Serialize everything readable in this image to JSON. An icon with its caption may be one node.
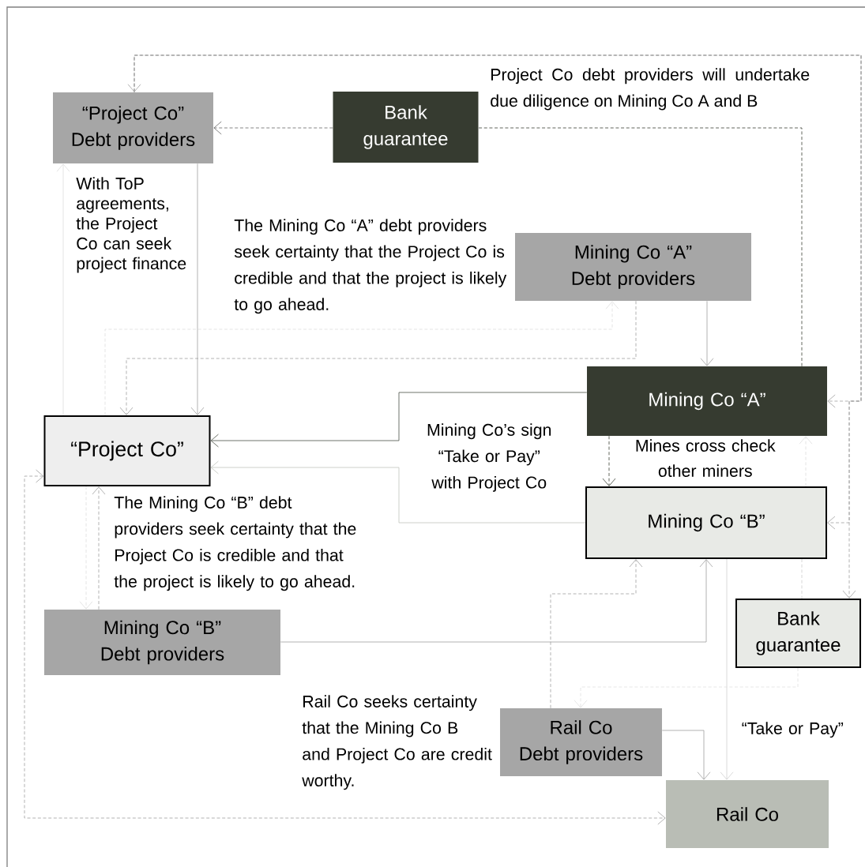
{
  "diagram": {
    "nodes": [
      {
        "text": [
          "“Project Co” Debt providers"
        ]
      },
      {
        "text": [
          "Bank guarantee"
        ]
      },
      {
        "text": [
          "Mining Co “A” Debt providers"
        ]
      },
      {
        "text": [
          "Mining Co “A”"
        ]
      },
      {
        "text": [
          "“Project Co”"
        ]
      },
      {
        "text": [
          "Mining Co “B”"
        ]
      },
      {
        "text": [
          "Mining Co “B” Debt providers"
        ]
      },
      {
        "text": [
          "Bank guarantee"
        ]
      },
      {
        "text": [
          "Rail Co Debt providers"
        ]
      },
      {
        "text": [
          "Rail Co"
        ]
      }
    ],
    "edges": [
      {
        "from": 0,
        "to": 3,
        "arrow": "both",
        "style": "dashed"
      },
      {
        "from": 0,
        "to": 5,
        "arrow": "to",
        "style": "dashed"
      },
      {
        "from": 0,
        "to": 7,
        "arrow": "to",
        "style": "dashed"
      },
      {
        "from": 3,
        "to": 1,
        "arrow": "none",
        "style": "dashed",
        "color": "#3a3f33"
      },
      {
        "from": 1,
        "to": 0,
        "arrow": "to",
        "style": "dashed",
        "color": "#666666"
      },
      {
        "from": 0,
        "to": 4,
        "arrow": "to"
      },
      {
        "from": 4,
        "to": 0,
        "arrow": "to",
        "color": "#dddddd"
      },
      {
        "from": 4,
        "to": 2,
        "arrow": "to",
        "style": "dashed",
        "color": "#dddddd"
      },
      {
        "from": 2,
        "to": 4,
        "arrow": "to",
        "style": "dashed"
      },
      {
        "from": 2,
        "to": 3,
        "arrow": "to"
      },
      {
        "from": 3,
        "to": 4,
        "arrow": "to",
        "color": "#4a5046"
      },
      {
        "from": 5,
        "to": 4,
        "arrow": "to",
        "color": "#c0c4bc"
      },
      {
        "from": 3,
        "to": 5,
        "arrow": "to",
        "style": "dashed",
        "color": "#3a3f33"
      },
      {
        "from": 5,
        "to": 3,
        "arrow": "to",
        "style": "dashed",
        "color": "#dddddd"
      },
      {
        "from": 4,
        "to": 6,
        "arrow": "to",
        "style": "dashed",
        "color": "#dddddd"
      },
      {
        "from": 6,
        "to": 4,
        "arrow": "to",
        "style": "dashed"
      },
      {
        "from": 4,
        "to": 9,
        "arrow": "both",
        "style": "dashed"
      },
      {
        "from": 6,
        "to": 5,
        "arrow": "to"
      },
      {
        "from": 8,
        "to": 5,
        "arrow": "to",
        "style": "dashed"
      },
      {
        "from": 5,
        "to": 9,
        "arrow": "to",
        "color": "#d0d0d0"
      },
      {
        "from": 5,
        "to": 7,
        "arrow": "none",
        "style": "dashed",
        "color": "#cccccc"
      },
      {
        "from": 7,
        "to": 8,
        "arrow": "to",
        "style": "dashed",
        "color": "#e0e0e0"
      },
      {
        "from": 8,
        "to": 9,
        "arrow": "to"
      }
    ],
    "labels": [
      "Project Co debt providers will undertake due diligence on Mining Co A and B",
      "With ToP agreements, the Project Co can seek project finance",
      "The Mining Co “A” debt providers seek certainty that the Project Co is credible and that the project is likely to go ahead.",
      "Mining Co’s sign “Take or Pay” with Project Co",
      "Mines cross check other miners",
      "The Mining Co “B” debt providers seek certainty that the Project Co is credible and that the project is likely to go ahead.",
      "Rail Co seeks certainty that the Mining Co B and Project Co are credit worthy.",
      "“Take or Pay”"
    ]
  }
}
